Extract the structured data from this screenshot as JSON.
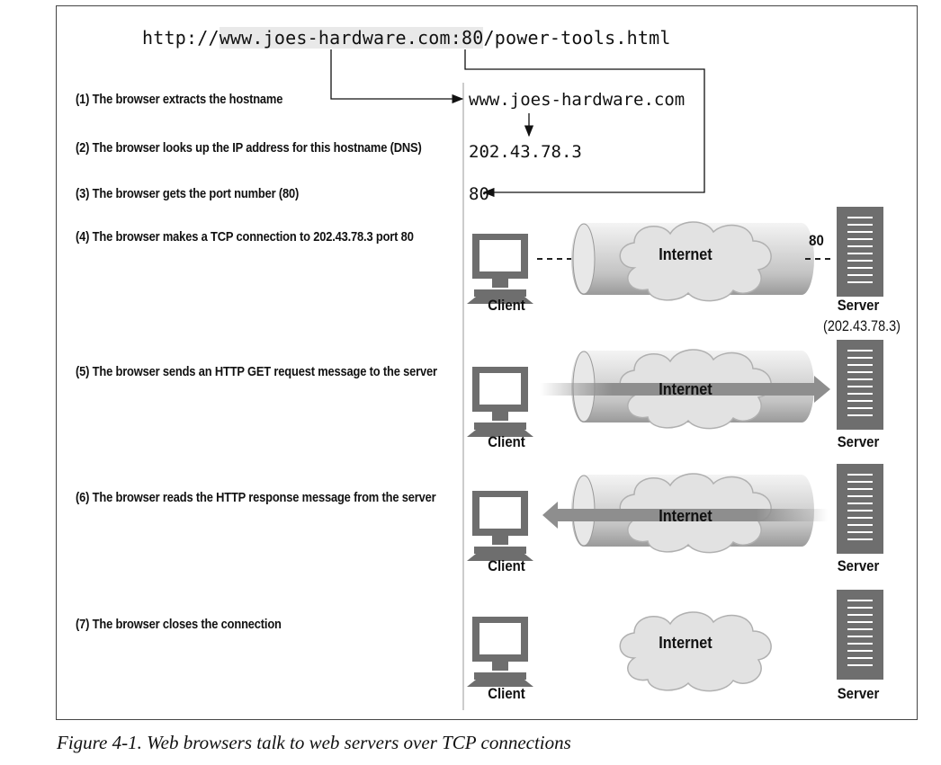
{
  "url": {
    "prefix": "http://",
    "host": "www.joes-hardware.com",
    "colon": ":",
    "port": "80",
    "path": "/power-tools.html"
  },
  "steps": [
    {
      "num": "(1)",
      "text": "The browser extracts the hostname"
    },
    {
      "num": "(2)",
      "text": "The browser looks up the IP address for this hostname (DNS)"
    },
    {
      "num": "(3)",
      "text": "The browser gets the port number (80)"
    },
    {
      "num": "(4)",
      "text": "The browser makes a TCP connection to 202.43.78.3 port 80"
    },
    {
      "num": "(5)",
      "text": "The browser sends an HTTP GET request message to the server"
    },
    {
      "num": "(6)",
      "text": "The browser reads the HTTP response message from the server"
    },
    {
      "num": "(7)",
      "text": "The browser closes the connection"
    }
  ],
  "outputs": {
    "hostname": "www.joes-hardware.com",
    "ip": "202.43.78.3",
    "port": "80"
  },
  "labels": {
    "client": "Client",
    "server": "Server",
    "internet": "Internet",
    "server_ip": "(202.43.78.3)",
    "port_tag": "80"
  },
  "caption": "Figure 4-1. Web browsers talk to web servers over TCP connections"
}
